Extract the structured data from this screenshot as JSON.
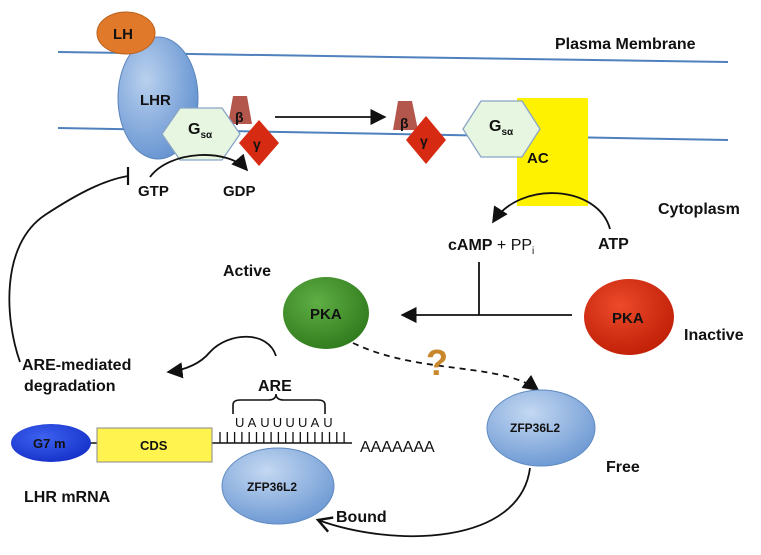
{
  "labels": {
    "lh": "LH",
    "lhr": "LHR",
    "plasma_membrane": "Plasma Membrane",
    "gs_alpha_main": "G",
    "gs_alpha_sub": "sα",
    "beta": "β",
    "gamma": "γ",
    "gs_alpha_right_main": "G",
    "gs_alpha_right_sub": "sα",
    "beta_right": "β",
    "gamma_right": "γ",
    "ac": "AC",
    "gtp": "GTP",
    "gdp": "GDP",
    "cytoplasm": "Cytoplasm",
    "camp": "cAMP",
    "plus_ppi": " + PP",
    "ppi_sub": "i",
    "atp": "ATP",
    "active": "Active",
    "pka_active": "PKA",
    "pka_inactive": "PKA",
    "inactive": "Inactive",
    "question": "?",
    "are_mediated": "ARE-mediated",
    "degradation": "degradation",
    "are": "ARE",
    "are_sequence": [
      "U",
      "A",
      "U",
      "U",
      "U",
      "U",
      "A",
      "U"
    ],
    "polya": "AAAAAAA",
    "g7m": "G7 m",
    "cds": "CDS",
    "zfp_bound": "ZFP36L2",
    "zfp_free": "ZFP36L2",
    "free": "Free",
    "bound": "Bound",
    "lhr_mrna": "LHR mRNA"
  },
  "colors": {
    "membrane": "#4f81bd",
    "lh": "#e07a2a",
    "receptor": "#7ea6d8",
    "gs_alpha": "#e6f6e0",
    "beta": "#b3574d",
    "gamma": "#d62a12",
    "ac": "#fff200",
    "pka_active": "#3d8b27",
    "pka_inactive": "#d42a10",
    "question": "#c8872a",
    "g7m": "#1f3fe0",
    "cds": "#fff44f",
    "zfp": "#7aa3d8"
  }
}
